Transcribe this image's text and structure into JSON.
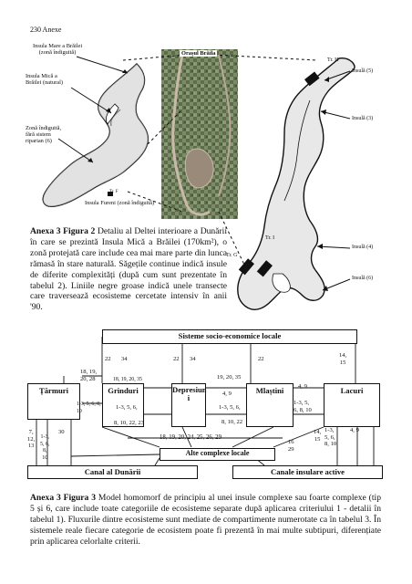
{
  "header": {
    "page_label": "230 Anexe"
  },
  "figure2": {
    "labels": {
      "insula_mare": "Insula Mare a Brăilei\n(zonă îndiguită)",
      "insula_mica": "Insula Mică a\nBrăilei (natural)",
      "zona_indiguita": "Zonă îndiguită,\nfără sistem\nriparian (6)",
      "insula_fureni": "Insula Fureni (zonă îndiguită)",
      "oras": "Orașul Brăila",
      "tr_h": "Tr. H",
      "tr_i": "Tr. I",
      "tr_g": "Tr. G",
      "tr_f": "Tr. F",
      "insula5": "Insulă (5)",
      "insula3": "Insulă (3)",
      "insula4": "Insulă (4)",
      "insula6": "Insulă (6)"
    },
    "caption_bold": "Anexa 3 Figura 2",
    "caption_text": " Detaliu al Deltei interioare a Dunării în care se prezintă Insula Mică a Brăilei (170km²), o zonă protejată care include cea mai mare parte din lunca rămasă în stare naturală. Săgețile continue indică insule de diferite complexități (după cum sunt prezentate în tabelul 2). Liniile negre groase indică unele transecte care traversează ecosisteme cercetate intensiv în anii '90."
  },
  "figure3": {
    "top_box": "Sisteme socio-economice locale",
    "boxes": {
      "tarmuri": "Țărmuri",
      "grinduri": "Grinduri",
      "depresiuni": "Depresiun\ni",
      "mlastini": "Mlaștini",
      "lacuri": "Lacuri"
    },
    "bottom_boxes": {
      "canal": "Canal al Dunării",
      "canale_insulare": "Canale insulare active",
      "alte": "Alte complexe locale"
    },
    "numbers": {
      "n22a": "22",
      "n34a": "34",
      "n22b": "22",
      "n34b": "34",
      "n22c": "22",
      "n1415": "14,\n15",
      "n18_19_20_28": "18, 19,\n20, 28",
      "n18_19_20_35": "18, 19, 20, 35",
      "n19_20_35": "19, 20, 35",
      "n4_9a": "4, 9",
      "n4_9b": "4, 9",
      "n1_3_5_6_8_10": "1-3, 5, 6, 8,\n10",
      "n1_3_5_6a": "1-3, 5, 6,",
      "n1_3_5_6b": "1-3, 5, 6,",
      "n8_10_22_23": "8, 10, 22, 23",
      "n8_10_22": "8, 10, 22",
      "n1_3_5_6_8_10b": "1-3, 5,\n6, 8, 10",
      "n7_12_13": "7,\n12,\n13",
      "n1_3_5_6_8_10c": "1-3,\n5, 6,\n8,\n10",
      "n30": "30",
      "n_mid": "18, 19, 20, 24, 25, 26, 29",
      "n16_29": "16\n29",
      "n14_15b": "14,\n15",
      "n1_3_5_6_8_10d": "1-3,\n5, 6,\n8, 10",
      "n4_9c": "4, 9",
      "dot": "."
    },
    "caption_bold": "Anexa 3 Figura 3",
    "caption_text": " Model homomorf de principiu al unei insule complexe sau foarte complexe (tip 5 și 6, care include toate categoriile de ecosisteme separate după aplicarea criteriului 1 - detalii în tabelul 1). Fluxurile dintre ecosisteme sunt mediate de compartimente numerotate ca în tabelul 3. În sistemele reale fiecare categorie de ecosistem poate fi prezentă în mai multe subtipuri, diferențiate prin aplicarea celorlalte criterii."
  }
}
